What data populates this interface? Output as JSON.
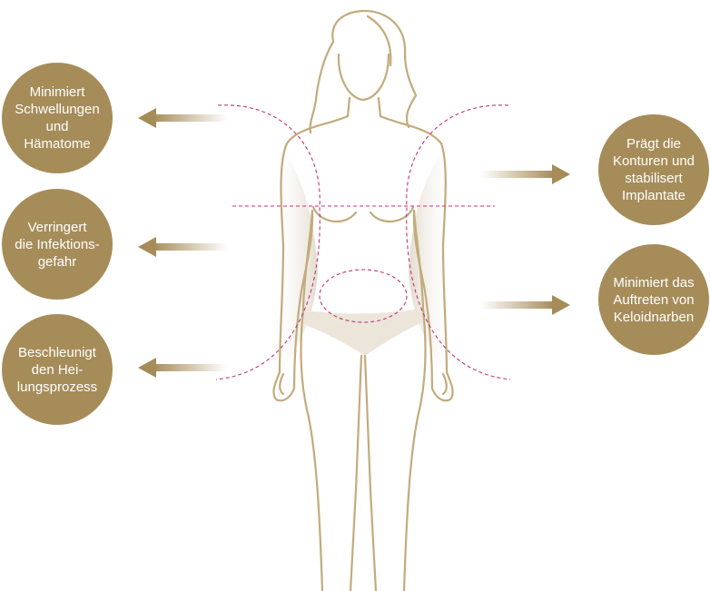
{
  "colors": {
    "accent": "#a68c59",
    "outline": "#c2ab7c",
    "dashed": "#c2357a",
    "brief_fill": "#ece5da"
  },
  "benefits_left": [
    {
      "text": "Minimiert\nSchwellungen\nund\nHämatome"
    },
    {
      "text": "Verringert\ndie Infektions-\ngefahr"
    },
    {
      "text": "Beschleunigt\nden Hei-\nlungsprozess"
    }
  ],
  "benefits_right": [
    {
      "text": "Prägt die\nKonturen und\nstabilisert\nImplantate"
    },
    {
      "text": "Minimiert das\nAuftreten von\nKeloidnarben"
    }
  ],
  "icons": {
    "arrow_left": "arrow-left-icon",
    "arrow_right": "arrow-right-icon"
  }
}
